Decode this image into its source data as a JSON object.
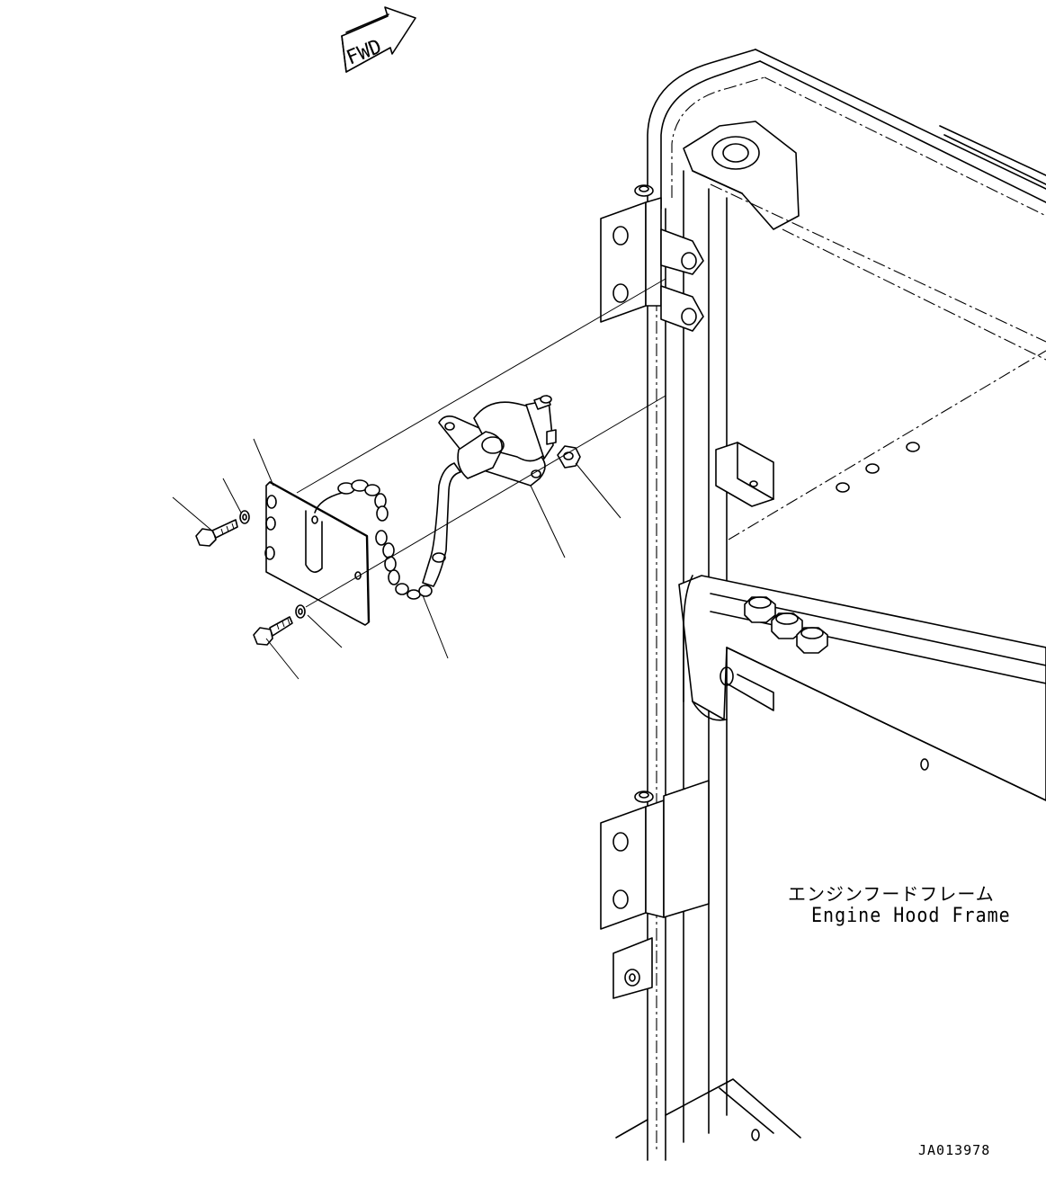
{
  "fwd_label": "FWD",
  "frame_label_jp": "エンジンフードフレーム",
  "frame_label_en": "Engine Hood Frame",
  "drawing_id": "JA013978"
}
